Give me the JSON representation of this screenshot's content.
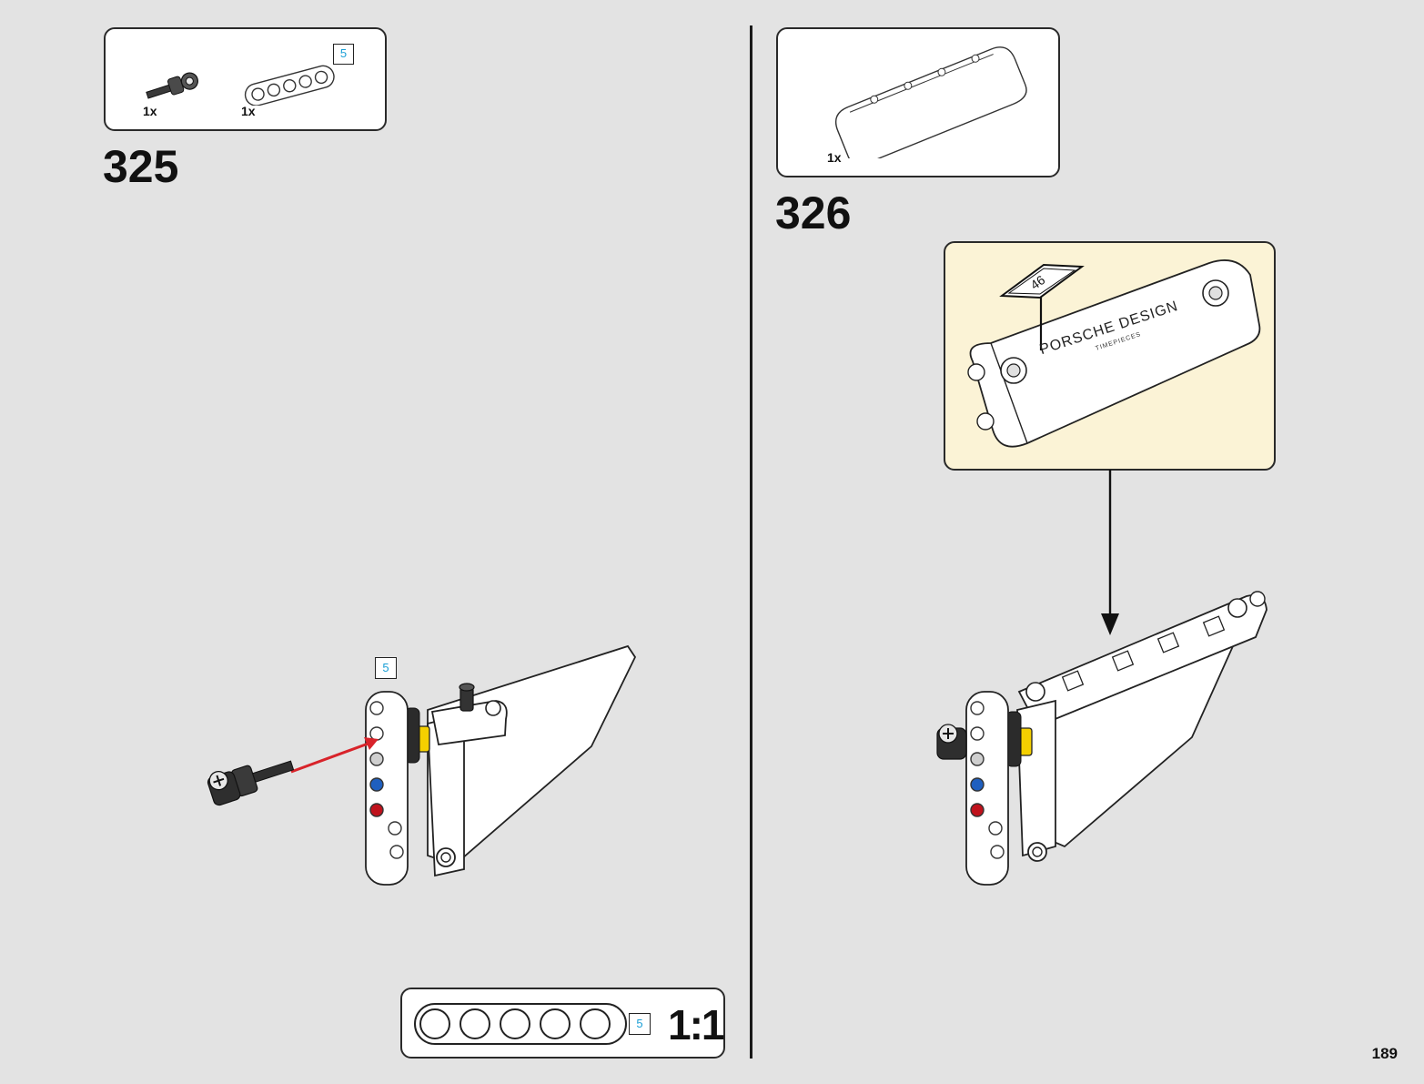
{
  "page": {
    "number": "189"
  },
  "steps": [
    {
      "number": "325",
      "parts": [
        {
          "qty": "1x",
          "icon": "axle-connector-icon"
        },
        {
          "qty": "1x",
          "icon": "beam-5-icon",
          "length_badge": "5"
        }
      ],
      "callout_badge": "5"
    },
    {
      "number": "326",
      "parts": [
        {
          "qty": "1x",
          "icon": "panel-icon"
        }
      ],
      "sticker": {
        "number": "46",
        "text_main": "PORSCHE DESIGN",
        "text_sub": "TIMEPIECES"
      }
    }
  ],
  "scale_reference": {
    "length_badge": "5",
    "label": "1:1",
    "holes": 5
  },
  "colors": {
    "background": "#e3e3e3",
    "sub_assembly_background": "#fbf3d6",
    "arrow_red": "#d8232a",
    "axle_blue": "#1f5fbf",
    "axle_red": "#c0121c",
    "pin_yellow": "#f5d000",
    "length_badge_text": "#1a9fd6"
  }
}
